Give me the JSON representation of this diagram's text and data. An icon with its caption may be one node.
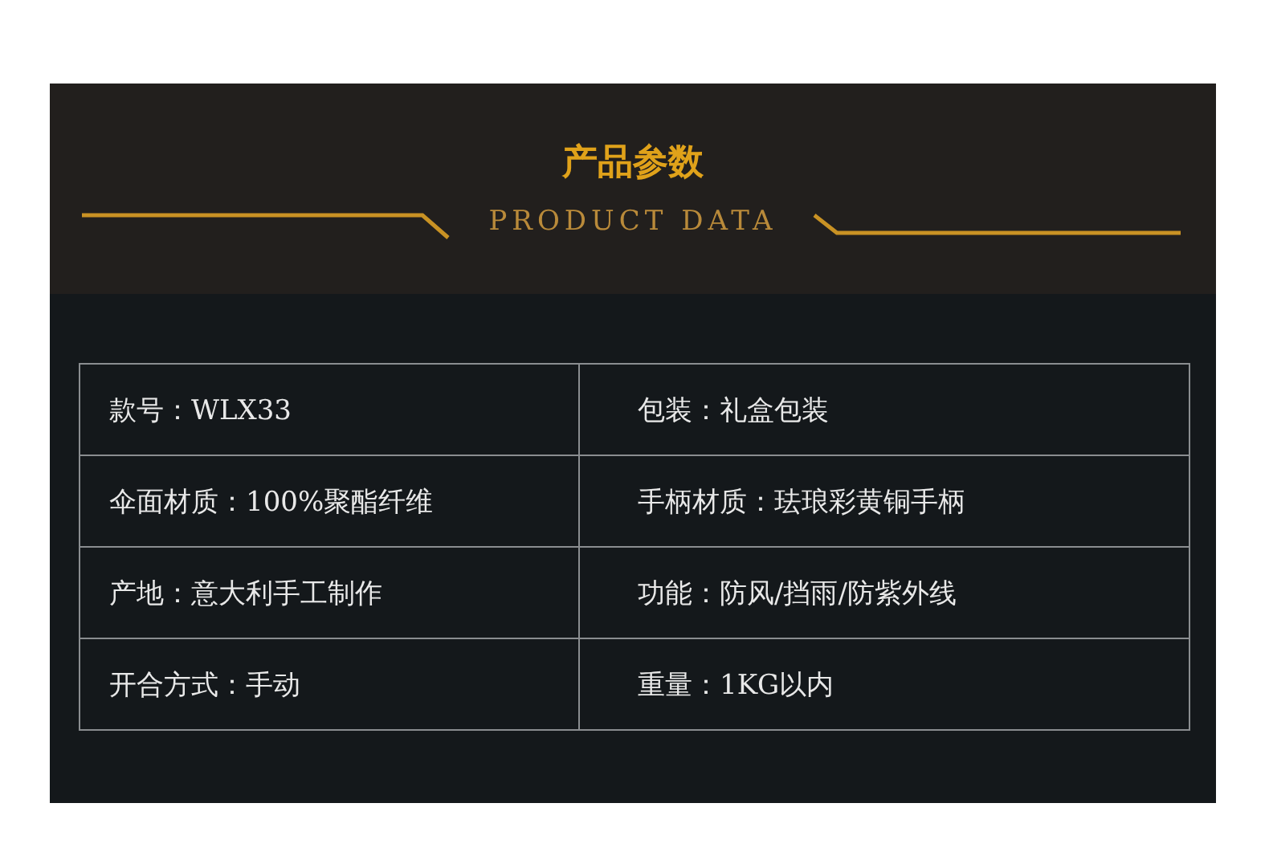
{
  "diagram": {
    "title": "产品参数",
    "labels": [
      "PRODUCT DATA",
      "款号：WLX33",
      "包装：礼盒包装",
      "伞面材质：100%聚酯纤维",
      "手柄材质：珐琅彩黄铜手柄",
      "产地：意大利手工制作",
      "功能：防风/挡雨/防紫外线",
      "开合方式：手动",
      "重量：1KG以内"
    ]
  }
}
